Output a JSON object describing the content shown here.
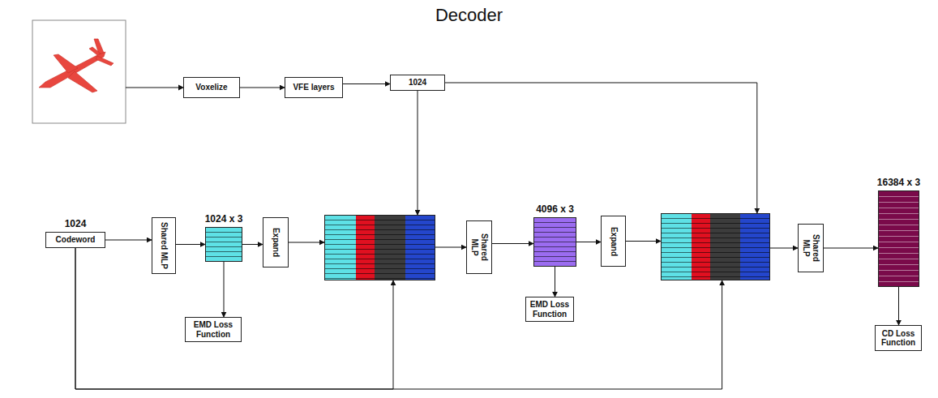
{
  "diagram": {
    "title": "Decoder",
    "nodes": [
      {
        "text": [
          "Voxelize"
        ]
      },
      {
        "text": [
          "VFE layers"
        ]
      },
      {
        "text": [
          "1024"
        ]
      },
      {
        "text": [
          "1024",
          "Codeword"
        ]
      },
      {
        "text": [
          "Shared MLP"
        ]
      },
      {
        "text": [
          "1024 x 3"
        ]
      },
      {
        "text": [
          "Expand"
        ]
      },
      {
        "text": []
      },
      {
        "text": [
          "Shared MLP"
        ]
      },
      {
        "text": [
          "4096 x 3"
        ]
      },
      {
        "text": [
          "EMD Loss Function"
        ]
      },
      {
        "text": [
          "Expand"
        ]
      },
      {
        "text": []
      },
      {
        "text": [
          "EMD Loss Function"
        ]
      },
      {
        "text": [
          "Shared MLP"
        ]
      },
      {
        "text": [
          "16384 x 3"
        ]
      },
      {
        "text": [
          "CD Loss Function"
        ]
      }
    ],
    "edges": [
      {
        "from": 0,
        "to": 1,
        "arrow": "to"
      },
      {
        "from": 1,
        "to": 2,
        "arrow": "to"
      },
      {
        "from": 2,
        "to": 7,
        "arrow": "to"
      },
      {
        "from": 2,
        "to": 12,
        "arrow": "to"
      },
      {
        "from": 3,
        "to": 4,
        "arrow": "to"
      },
      {
        "from": 4,
        "to": 5,
        "arrow": "to"
      },
      {
        "from": 5,
        "to": 6,
        "arrow": "to"
      },
      {
        "from": 5,
        "to": 10,
        "arrow": "to"
      },
      {
        "from": 6,
        "to": 7,
        "arrow": "to"
      },
      {
        "from": 3,
        "to": 7,
        "arrow": "to"
      },
      {
        "from": 3,
        "to": 12,
        "arrow": "to"
      },
      {
        "from": 7,
        "to": 8,
        "arrow": "to"
      },
      {
        "from": 8,
        "to": 9,
        "arrow": "to"
      },
      {
        "from": 9,
        "to": 13,
        "arrow": "to"
      },
      {
        "from": 9,
        "to": 11,
        "arrow": "to"
      },
      {
        "from": 11,
        "to": 12,
        "arrow": "to"
      },
      {
        "from": 12,
        "to": 14,
        "arrow": "to"
      },
      {
        "from": 14,
        "to": 15,
        "arrow": "to"
      },
      {
        "from": 15,
        "to": 16,
        "arrow": "to"
      }
    ]
  }
}
